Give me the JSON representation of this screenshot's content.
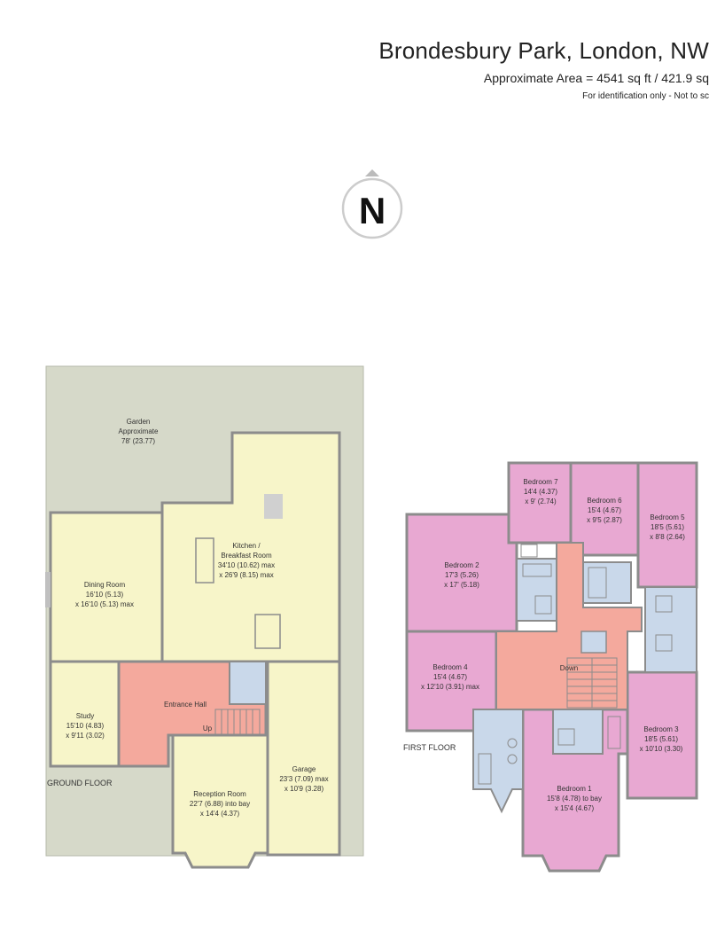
{
  "header": {
    "title": "Brondesbury Park, London, NW",
    "area": "Approximate Area = 4541 sq ft / 421.9 sq",
    "note": "For identification only - Not to sc"
  },
  "compass": {
    "letter": "N"
  },
  "colors": {
    "garden": "#d6d9c9",
    "living": "#f7f5c9",
    "hall": "#f4a99d",
    "bedroom": "#e8a8d2",
    "bathroom": "#c9d8ea",
    "wall": "#8c8c8c"
  },
  "ground_floor": {
    "label": "GROUND FLOOR",
    "rooms": [
      {
        "id": "garden",
        "lines": [
          "Garden",
          "Approximate",
          "78' (23.77)"
        ]
      },
      {
        "id": "kitchen",
        "lines": [
          "Kitchen /",
          "Breakfast Room",
          "34'10 (10.62) max",
          "x 26'9 (8.15) max"
        ]
      },
      {
        "id": "dining",
        "lines": [
          "Dining Room",
          "16'10 (5.13)",
          "x 16'10 (5.13) max"
        ]
      },
      {
        "id": "study",
        "lines": [
          "Study",
          "15'10 (4.83)",
          "x 9'11 (3.02)"
        ]
      },
      {
        "id": "hall",
        "lines": [
          "Entrance Hall"
        ]
      },
      {
        "id": "reception",
        "lines": [
          "Reception Room",
          "22'7 (6.88) into bay",
          "x 14'4 (4.37)"
        ]
      },
      {
        "id": "garage",
        "lines": [
          "Garage",
          "23'3 (7.09) max",
          "x 10'9 (3.28)"
        ]
      }
    ],
    "stair_label": "Up"
  },
  "first_floor": {
    "label": "FIRST FLOOR",
    "rooms": [
      {
        "id": "bed7",
        "lines": [
          "Bedroom 7",
          "14'4 (4.37)",
          "x 9' (2.74)"
        ]
      },
      {
        "id": "bed6",
        "lines": [
          "Bedroom 6",
          "15'4 (4.67)",
          "x 9'5 (2.87)"
        ]
      },
      {
        "id": "bed5",
        "lines": [
          "Bedroom 5",
          "18'5 (5.61)",
          "x 8'8 (2.64)"
        ]
      },
      {
        "id": "bed2",
        "lines": [
          "Bedroom 2",
          "17'3 (5.26)",
          "x 17' (5.18)"
        ]
      },
      {
        "id": "bed4",
        "lines": [
          "Bedroom 4",
          "15'4 (4.67)",
          "x 12'10 (3.91) max"
        ]
      },
      {
        "id": "bed3",
        "lines": [
          "Bedroom 3",
          "18'5 (5.61)",
          "x 10'10 (3.30)"
        ]
      },
      {
        "id": "bed1",
        "lines": [
          "Bedroom 1",
          "15'8 (4.78) to bay",
          "x 15'4 (4.67)"
        ]
      }
    ],
    "stair_label": "Down"
  }
}
